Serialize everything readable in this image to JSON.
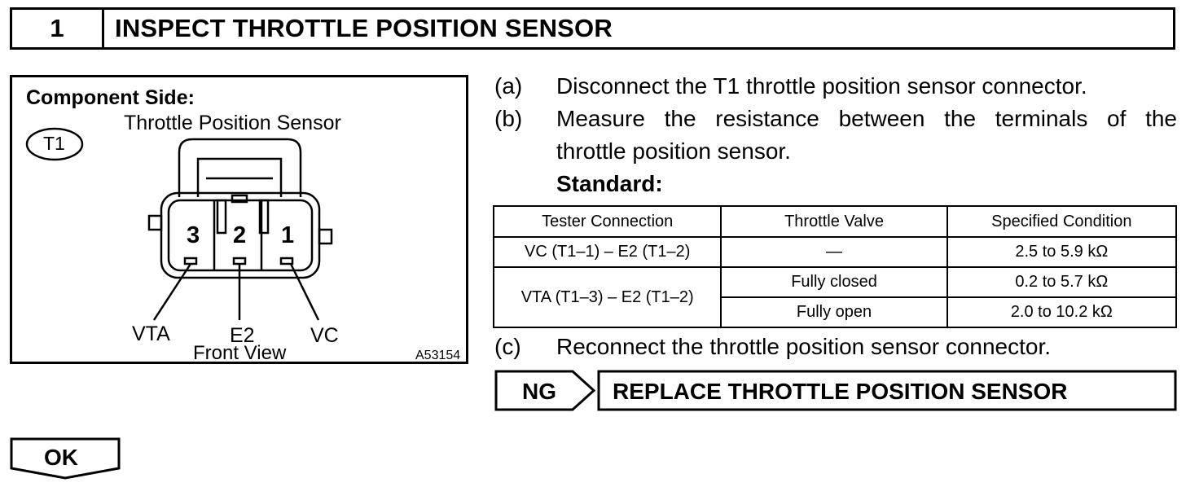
{
  "step": {
    "number": "1",
    "title": "INSPECT THROTTLE POSITION SENSOR"
  },
  "illustration": {
    "component_side": "Component Side:",
    "connector_code": "T1",
    "sensor_name": "Throttle Position Sensor",
    "pins": [
      "3",
      "2",
      "1"
    ],
    "terminals": [
      "VTA",
      "E2",
      "VC"
    ],
    "view": "Front View",
    "figure_id": "A53154"
  },
  "steps": [
    {
      "letter": "(a)",
      "text": "Disconnect the T1 throttle position sensor connector."
    },
    {
      "letter": "(b)",
      "text_line1": "Measure the resistance between the terminals of the",
      "text_line2": "throttle position sensor."
    },
    {
      "letter": "(c)",
      "text": "Reconnect the throttle position sensor connector."
    }
  ],
  "standard_label": "Standard:",
  "table": {
    "headers": [
      "Tester Connection",
      "Throttle Valve",
      "Specified Condition"
    ],
    "rows": [
      {
        "connection": "VC (T1–1) – E2 (T1–2)",
        "valve": "—",
        "condition": "2.5 to 5.9 kΩ"
      },
      {
        "connection": "VTA (T1–3) – E2 (T1–2)",
        "valve": "Fully closed",
        "condition": "0.2 to 5.7 kΩ"
      },
      {
        "connection": "",
        "valve": "Fully open",
        "condition": "2.0 to 10.2 kΩ"
      }
    ]
  },
  "ng": {
    "label": "NG",
    "action": "REPLACE THROTTLE POSITION SENSOR"
  },
  "ok": {
    "label": "OK"
  }
}
